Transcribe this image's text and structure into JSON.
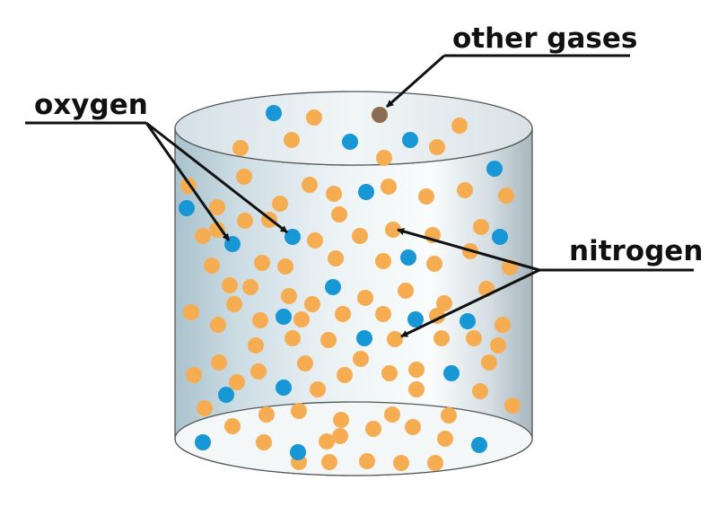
{
  "labels": {
    "oxygen": "oxygen",
    "nitrogen": "nitrogen",
    "other_gases": "other gases"
  },
  "colors": {
    "oxygen": "#1797d6",
    "nitrogen": "#f6ad52",
    "other_gases": "#8c6c52",
    "outline": "#555555",
    "arrow": "#111111"
  }
}
